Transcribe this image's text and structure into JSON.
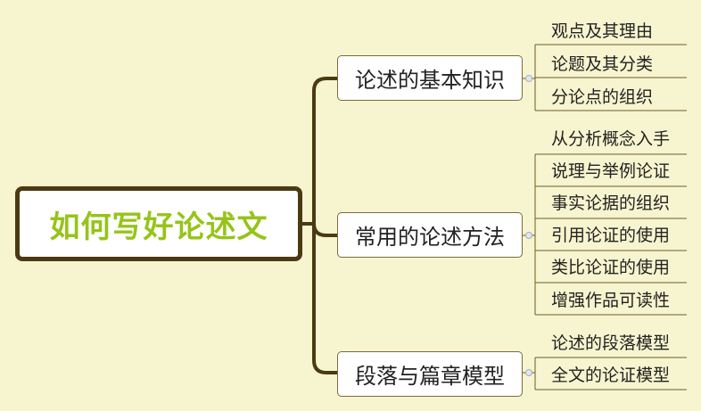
{
  "root": {
    "label": "如何写好论述文"
  },
  "branches": [
    {
      "label": "论述的基本知识",
      "children": [
        "观点及其理由",
        "论题及其分类",
        "分论点的组织"
      ]
    },
    {
      "label": "常用的论述方法",
      "children": [
        "从分析概念入手",
        "说理与举例论证",
        "事实论据的组织",
        "引用论证的使用",
        "类比论证的使用",
        "增强作品可读性"
      ]
    },
    {
      "label": "段落与篇章模型",
      "children": [
        "论述的段落模型",
        "全文的论证模型"
      ]
    }
  ],
  "colors": {
    "background": "#f7f5cf",
    "root_text": "#96c41a",
    "root_border": "#4a3a12",
    "connector": "#4a3a12",
    "leaf_line": "#6b5a2a"
  }
}
